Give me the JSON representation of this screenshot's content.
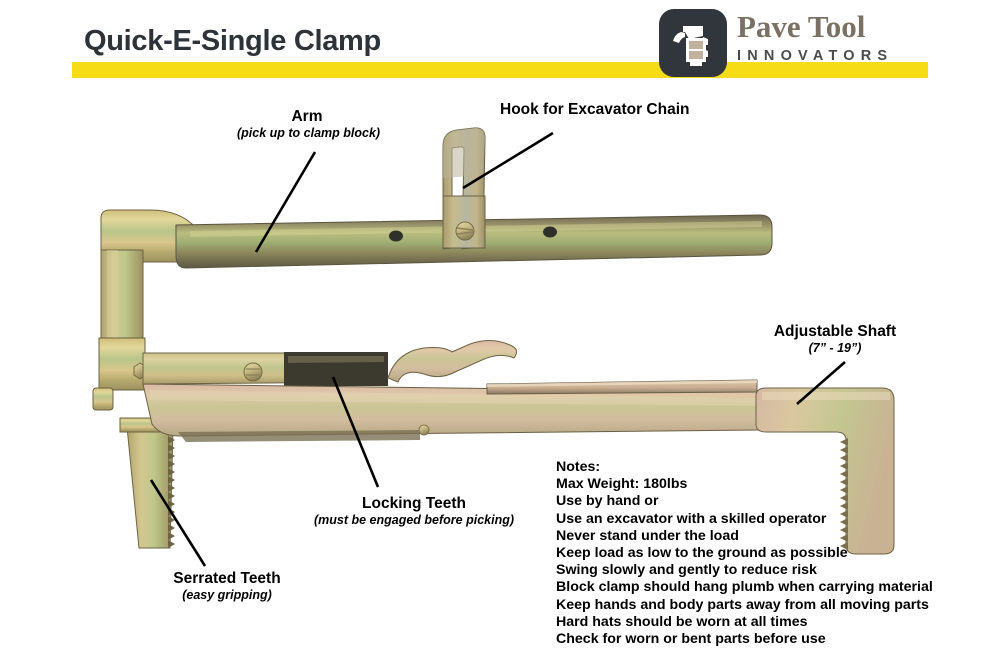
{
  "header": {
    "title": "Quick-E-Single Clamp",
    "accent_color": "#f5dc16",
    "title_color": "#2e3239",
    "logo": {
      "mark_name": "pave-tool-logo-mark",
      "mark_bg": "#31363c",
      "name": "Pave Tool",
      "name_color": "#7a7164",
      "tagline": "INNOVATORS",
      "tagline_color": "#4a4a4a"
    }
  },
  "callouts": [
    {
      "id": "arm",
      "title": "Arm",
      "subtitle": "(pick up to clamp block)"
    },
    {
      "id": "hook",
      "title": "Hook for Excavator Chain",
      "subtitle": ""
    },
    {
      "id": "adjustable-shaft",
      "title": "Adjustable Shaft",
      "subtitle": "(7” - 19”)"
    },
    {
      "id": "locking-teeth",
      "title": "Locking Teeth",
      "subtitle": "(must be engaged before picking)"
    },
    {
      "id": "serrated-teeth",
      "title": "Serrated Teeth",
      "subtitle": "(easy gripping)"
    }
  ],
  "notes": {
    "heading": "Notes:",
    "items": [
      "Max Weight: 180lbs",
      "Use by hand or",
      "Use an excavator with a skilled operator",
      "Never stand under the load",
      "Keep load as low to the ground as possible",
      "Swing slowly and gently to reduce risk",
      "Block clamp should hang plumb when carrying material",
      "Keep hands and body parts away from all moving parts",
      "Hard hats should be worn at all times",
      "Check for worn or bent parts before use"
    ]
  },
  "product": {
    "name": "quick-e-single-clamp",
    "finish": "zinc-plated-iridescent"
  }
}
